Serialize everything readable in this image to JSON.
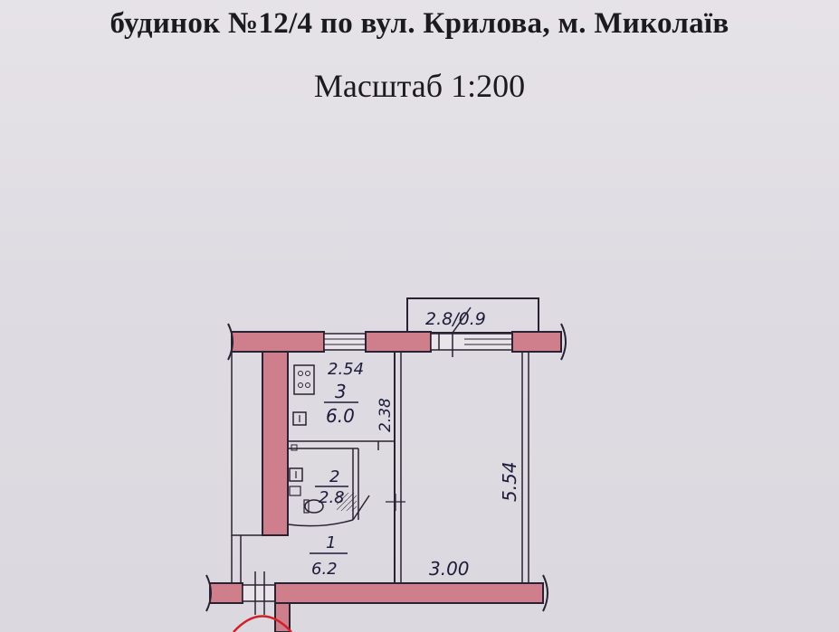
{
  "header": {
    "title": "будинок №12/4 по вул. Крилова, м. Миколаїв",
    "scale": "Масштаб 1:200"
  },
  "plan": {
    "balcony_label": "2.8/0.9",
    "rooms": [
      {
        "number": "3",
        "area": "6.0"
      },
      {
        "number": "2",
        "area": "2.8"
      },
      {
        "number": "1",
        "area": "6.2"
      }
    ],
    "dimensions": {
      "kitchen_width": "2.54",
      "kitchen_depth": "2.38",
      "room_length": "5.54",
      "room_width": "3.00"
    },
    "wall_color": "#cf7e8c",
    "line_color": "#2a2233"
  }
}
